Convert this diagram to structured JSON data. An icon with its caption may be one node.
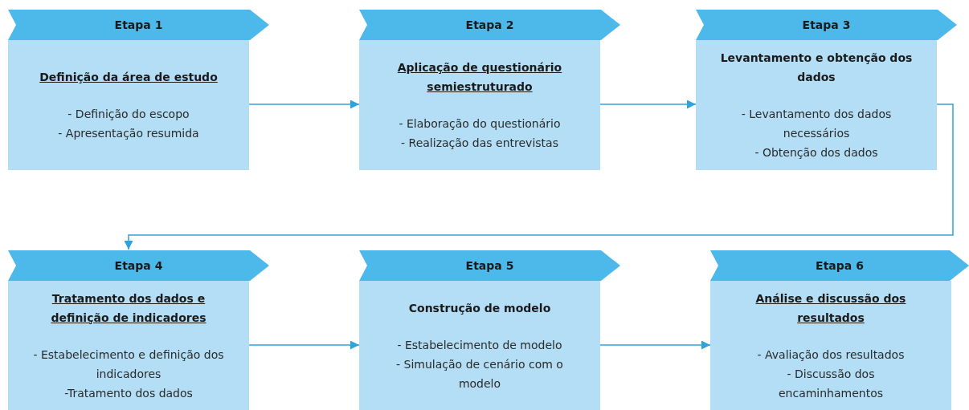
{
  "diagram": {
    "nodes": [
      {
        "text": [
          "Etapa 1"
        ]
      },
      {
        "text": [
          "Definição da área de estudo",
          "- Definição do escopo",
          "- Apresentação resumida"
        ]
      },
      {
        "text": [
          "Etapa 2"
        ]
      },
      {
        "text": [
          "Aplicação de questionário semiestruturado",
          "- Elaboração do questionário",
          "- Realização das entrevistas"
        ]
      },
      {
        "text": [
          "Etapa 3"
        ]
      },
      {
        "text": [
          "Levantamento e obtenção dos dados",
          "- Levantamento dos dados necessários",
          "- Obtenção dos dados"
        ]
      },
      {
        "text": [
          "Etapa 4"
        ]
      },
      {
        "text": [
          "Tratamento dos dados e definição de indicadores",
          "- Estabelecimento e definição dos indicadores",
          "-Tratamento dos dados"
        ]
      },
      {
        "text": [
          "Etapa 5"
        ]
      },
      {
        "text": [
          "Construção de modelo",
          "- Estabelecimento de modelo",
          "- Simulação de cenário com o modelo"
        ]
      },
      {
        "text": [
          "Etapa 6"
        ]
      },
      {
        "text": [
          "Análise e discussão dos resultados",
          "- Avaliação dos resultados",
          "- Discussão dos encaminhamentos"
        ]
      }
    ],
    "edges": [
      {
        "from": 1,
        "to": 3,
        "arrow": "to"
      },
      {
        "from": 3,
        "to": 5,
        "arrow": "to"
      },
      {
        "from": 5,
        "to": 6,
        "arrow": "to"
      },
      {
        "from": 7,
        "to": 9,
        "arrow": "to"
      },
      {
        "from": 9,
        "to": 11,
        "arrow": "to"
      }
    ]
  }
}
